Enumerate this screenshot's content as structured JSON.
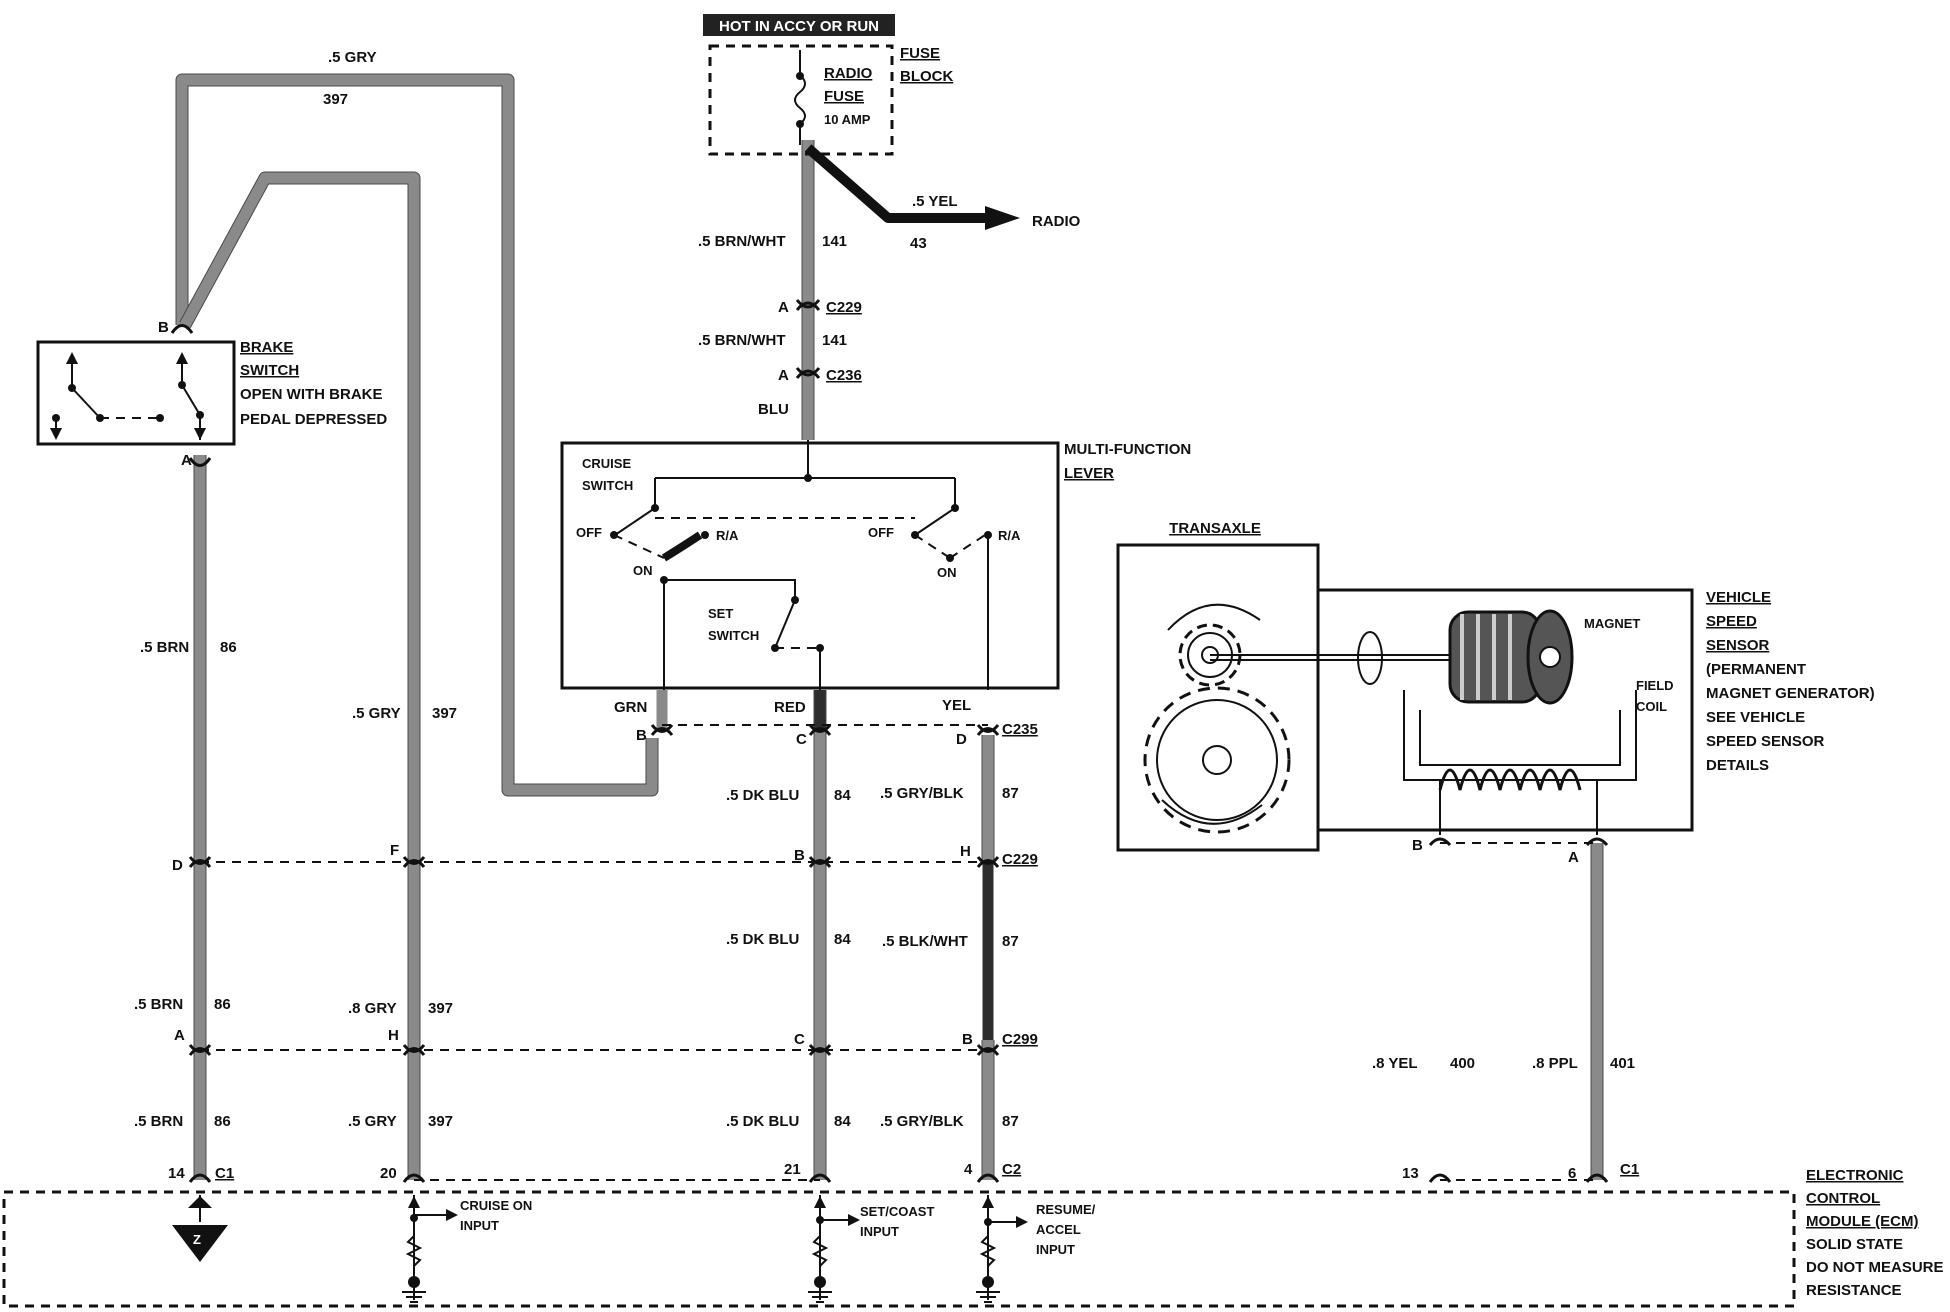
{
  "labels": {
    "hot_in_accy_run": "HOT IN ACCY OR RUN",
    "fuse_block_1": "FUSE",
    "fuse_block_2": "BLOCK",
    "radio_fuse_1": "RADIO",
    "radio_fuse_2": "FUSE",
    "radio_fuse_3": "10 AMP",
    "radio": "RADIO",
    "yel_5": ".5 YEL",
    "w43": "43",
    "brn_wht_top": ".5 BRN/WHT",
    "w141_top": "141",
    "c229_top": "C229",
    "pin_a_c229": "A",
    "brn_wht_mid": ".5 BRN/WHT",
    "w141_mid": "141",
    "c236": "C236",
    "pin_a_c236": "A",
    "blu": "BLU",
    "gry_top": ".5 GRY",
    "w397_top": "397",
    "brake_1": "BRAKE",
    "brake_2": "SWITCH",
    "brake_3": "OPEN WITH BRAKE",
    "brake_4": "PEDAL DEPRESSED",
    "pin_b_brake": "B",
    "pin_a_brake": "A",
    "mfl_1": "MULTI-FUNCTION",
    "mfl_2": "LEVER",
    "cruise_1": "CRUISE",
    "cruise_2": "SWITCH",
    "off_l": "OFF",
    "ra_l": "R/A",
    "on_l": "ON",
    "off_r": "OFF",
    "ra_r": "R/A",
    "on_r": "ON",
    "set_1": "SET",
    "set_2": "SWITCH",
    "grn": "GRN",
    "red": "RED",
    "yel": "YEL",
    "pin_b_c235": "B",
    "pin_c_c235": "C",
    "pin_d_c235": "D",
    "c235": "C235",
    "brn86_a": ".5 BRN",
    "w86_a": "86",
    "gry397_a": ".5 GRY",
    "w397_a": "397",
    "dkblu84_a": ".5 DK BLU",
    "w84_a": "84",
    "gryblk87_a": ".5 GRY/BLK",
    "w87_a": "87",
    "pin_d_c229": "D",
    "pin_f_c229": "F",
    "pin_b_c229": "B",
    "pin_h_c229": "H",
    "c229_mid": "C229",
    "dkblu84_b": ".5 DK BLU",
    "w84_b": "84",
    "blkwht87": ".5 BLK/WHT",
    "w87_b": "87",
    "brn86_b": ".5 BRN",
    "w86_b": "86",
    "gry397_b": ".8 GRY",
    "w397_b": "397",
    "pin_a_c299": "A",
    "pin_h_c299": "H",
    "pin_c_c299": "C",
    "pin_b_c299": "B",
    "c299": "C299",
    "brn86_c": ".5 BRN",
    "w86_c": "86",
    "gry397_c": ".5 GRY",
    "w397_c": "397",
    "dkblu84_c": ".5 DK BLU",
    "w84_c": "84",
    "gryblk87_c": ".5 GRY/BLK",
    "w87_c": "87",
    "yel400": ".8 YEL",
    "w400": "400",
    "ppl401": ".8 PPL",
    "w401": "401",
    "pin14": "14",
    "c1_left": "C1",
    "pin20": "20",
    "pin21": "21",
    "pin4": "4",
    "c2": "C2",
    "pin13": "13",
    "pin6": "6",
    "c1_right": "C1",
    "cruise_on_1": "CRUISE ON",
    "cruise_on_2": "INPUT",
    "setcoast_1": "SET/COAST",
    "setcoast_2": "INPUT",
    "resume_1": "RESUME/",
    "resume_2": "ACCEL",
    "resume_3": "INPUT",
    "z": "Z",
    "transaxle": "TRANSAXLE",
    "magnet": "MAGNET",
    "field_1": "FIELD",
    "field_2": "COIL",
    "pin_b_vss": "B",
    "pin_a_vss": "A",
    "vss_1": "VEHICLE",
    "vss_2": "SPEED",
    "vss_3": "SENSOR",
    "vss_4": "(PERMANENT",
    "vss_5": "MAGNET GENERATOR)",
    "vss_6": "SEE VEHICLE",
    "vss_7": "SPEED SENSOR",
    "vss_8": "DETAILS",
    "ecm_1": "ELECTRONIC",
    "ecm_2": "CONTROL",
    "ecm_3": "MODULE (ECM)",
    "ecm_4": "SOLID STATE",
    "ecm_5": "DO NOT MEASURE",
    "ecm_6": "RESISTANCE"
  }
}
